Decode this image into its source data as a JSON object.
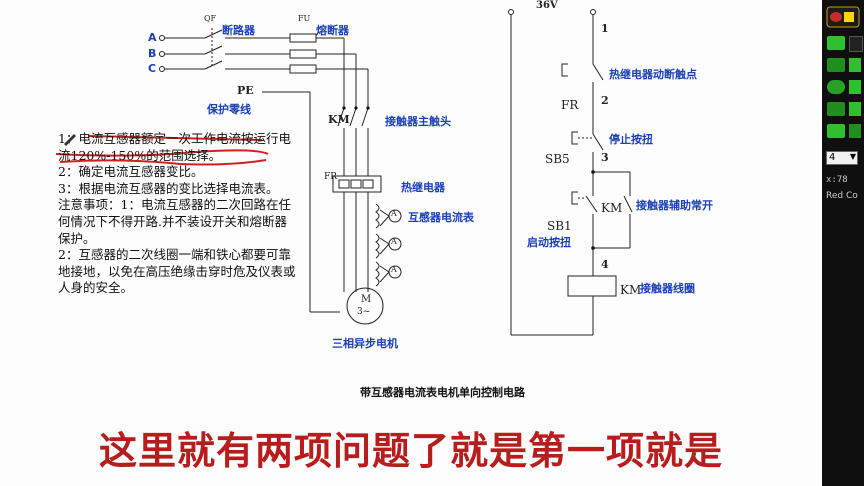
{
  "diagram": {
    "phase_labels": [
      "A",
      "B",
      "C"
    ],
    "qf_tag": "QF",
    "breaker_label": "断路器",
    "fu_tag": "FU",
    "fuse_label": "熔断器",
    "pe_tag": "PE",
    "pe_label": "保护零线",
    "km_tag": "KM",
    "main_contact_label": "接触器主触头",
    "fr_tag": "FR",
    "thermal_relay_label": "热继电器",
    "ammeter_label": "互感器电流表",
    "meter_symbol": "A",
    "motor_symbol": "M",
    "motor_phase": "3~",
    "motor_label": "三相异步电机",
    "voltage": "36V",
    "node_1": "1",
    "node_2": "2",
    "node_3": "3",
    "node_4": "4",
    "fr_contact_label": "热继电器动断触点",
    "fr_contact_tag": "FR",
    "sb5_tag": "SB5",
    "stop_label": "停止按扭",
    "aux_label": "接触器辅助常开",
    "aux_tag": "KM",
    "sb1_tag": "SB1",
    "start_label": "启动按扭",
    "coil_tag": "KM",
    "coil_label": "接触器线圈",
    "caption": "带互感器电流表电机单向控制电路"
  },
  "notes": [
    "1：电流互感器额定一次工作电流按运行电流120%-150%的范围选择。",
    "2：确定电流互感器变比。",
    "3：根据电流互感器的变比选择电流表。",
    "注意事项：1：电流互感器的二次回路在任何情况下不得开路.并不装设开关和熔断器保护。",
    "2：互感器的二次线圈一端和铁心都要可靠地接地，以免在高压绝缘击穿时危及仪表或人身的安全。"
  ],
  "subtitle": "这里就有两项问题了就是第一项就是",
  "tool_panel": {
    "line_width": "4",
    "coord_readout": "x:78",
    "color_mode": "Red Co"
  },
  "colors": {
    "label_blue": "#1a3fb8",
    "subtitle_red": "#b81c1c",
    "annotation_red": "#d11f1f",
    "panel_bg": "#0f0f0f",
    "tool_green": "#2fbf2f"
  }
}
